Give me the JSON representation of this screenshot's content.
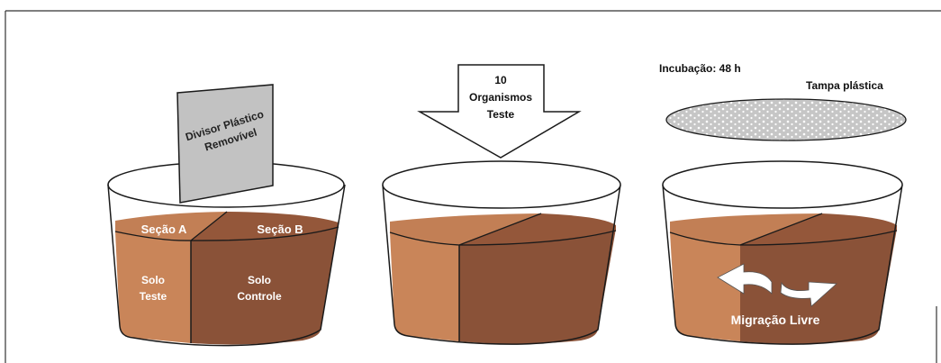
{
  "colors": {
    "soil_light": "#c98559",
    "soil_light_side": "#cd8a5e",
    "soil_dark": "#8a5238",
    "soil_dark_top": "#94573a",
    "soil_mid_top": "#c27f55",
    "outline": "#1a1a1a",
    "lid": "#c9c9c9",
    "divider": "#c2c2c2",
    "frame": "#333333"
  },
  "icons": {
    "divider": "plastic-divider-icon",
    "arrow_down": "down-arrow-icon",
    "lid": "plastic-lid-icon",
    "migration_left": "curved-arrow-left-icon",
    "migration_right": "curved-arrow-right-icon"
  },
  "step1": {
    "divider_label": [
      "Divisor Plástico",
      "Removível"
    ],
    "section_a": "Seção A",
    "section_b": "Seção B",
    "soil_test": [
      "Solo",
      "Teste"
    ],
    "soil_control": [
      "Solo",
      "Controle"
    ]
  },
  "step2": {
    "arrow_label": [
      "10",
      "Organismos",
      "Teste"
    ]
  },
  "step3": {
    "incubation": "Incubação: 48 h",
    "lid_label": "Tampa plástica",
    "migration": "Migração Livre"
  }
}
